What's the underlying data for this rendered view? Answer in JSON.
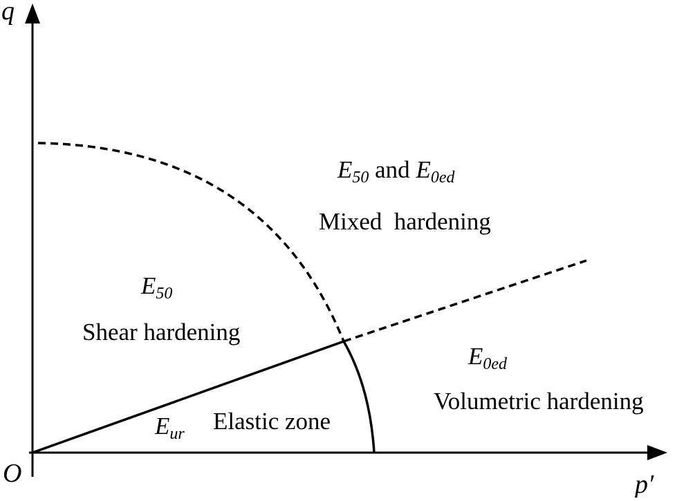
{
  "axes": {
    "y_label": "q",
    "x_label": "p′",
    "origin_label": "O"
  },
  "regions": {
    "shear": {
      "modulus_symbol": "E",
      "modulus_subscript": "50",
      "label": "Shear hardening"
    },
    "mixed": {
      "modulus1_symbol": "E",
      "modulus1_subscript": "50",
      "connector": "and",
      "modulus2_symbol": "E",
      "modulus2_subscript": "0ed",
      "label": "Mixed  hardening"
    },
    "volumetric": {
      "modulus_symbol": "E",
      "modulus_subscript": "0ed",
      "label": "Volumetric hardening"
    },
    "elastic": {
      "modulus_symbol": "E",
      "modulus_subscript": "ur",
      "label": "Elastic zone"
    }
  },
  "colors": {
    "line": "#000000",
    "background": "#ffffff"
  }
}
